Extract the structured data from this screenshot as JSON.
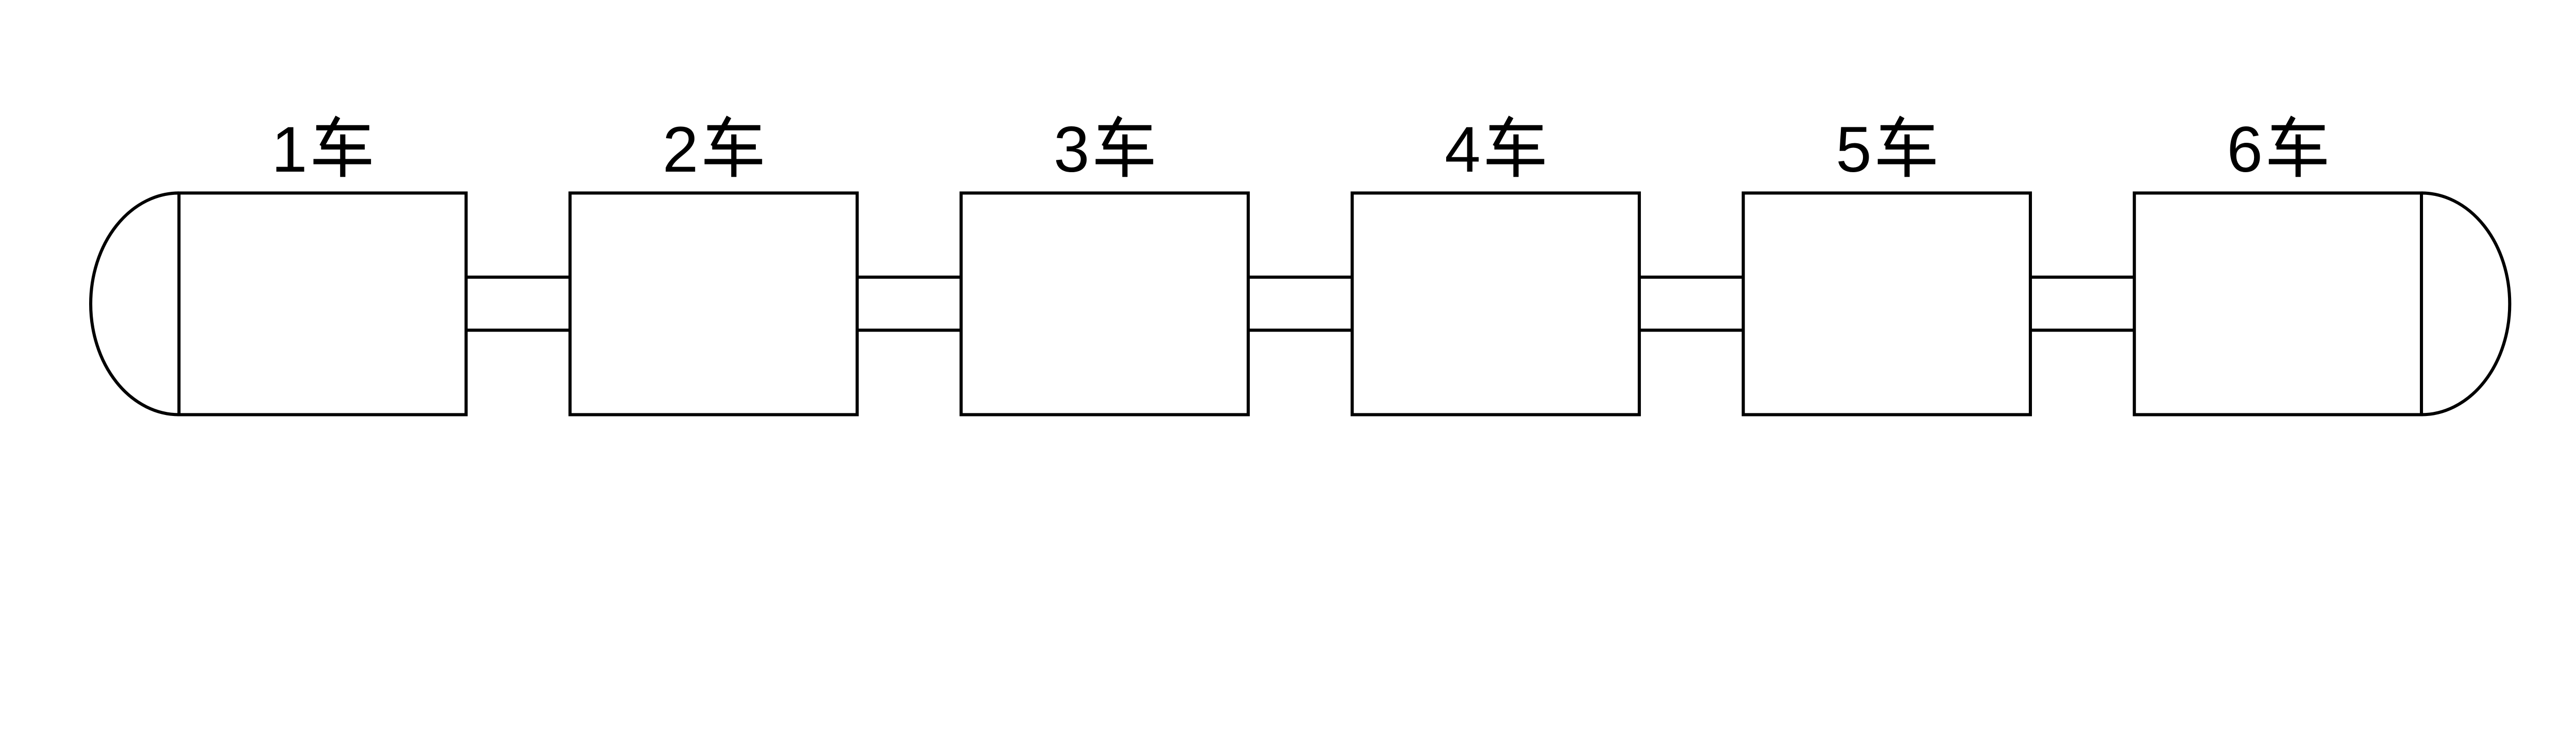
{
  "diagram": {
    "background_color": "#ffffff",
    "line_color": "#000000",
    "car_suffix_character": "车",
    "car_count": 6,
    "cars": [
      {
        "number": "1",
        "label": "1车"
      },
      {
        "number": "2",
        "label": "2车"
      },
      {
        "number": "3",
        "label": "3车"
      },
      {
        "number": "4",
        "label": "4车"
      },
      {
        "number": "5",
        "label": "5车"
      },
      {
        "number": "6",
        "label": "6车"
      }
    ]
  }
}
